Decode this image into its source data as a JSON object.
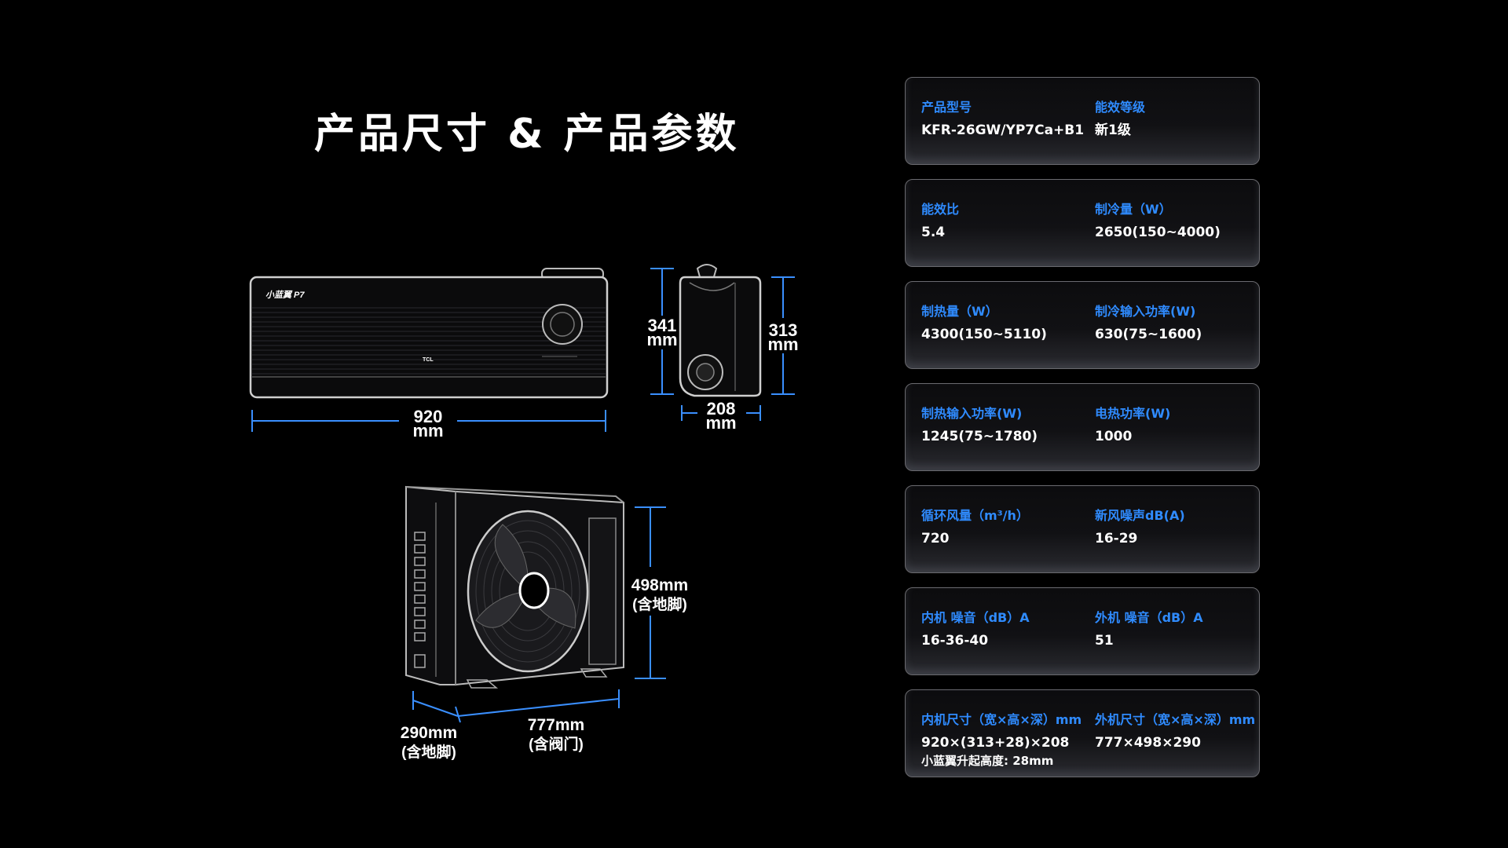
{
  "title": "产品尺寸 & 产品参数",
  "indoor_unit": {
    "logo_text": "小蓝翼 P7",
    "brand": "TCL",
    "width": "920",
    "width_unit": "mm"
  },
  "side_unit": {
    "height_total": "341",
    "height_total_unit": "mm",
    "height_body": "313",
    "height_body_unit": "mm",
    "depth": "208",
    "depth_unit": "mm"
  },
  "outdoor_unit": {
    "height": "498mm",
    "height_note": "(含地脚)",
    "depth": "290mm",
    "depth_note": "(含地脚)",
    "width": "777mm",
    "width_note": "(含阀门)"
  },
  "specs": [
    {
      "left_label": "产品型号",
      "left_value": "KFR-26GW/YP7Ca+B1",
      "left_value2": "",
      "right_label": "能效等级",
      "right_value": "新1级"
    },
    {
      "left_label": "能效比",
      "left_value": "5.4",
      "left_value2": "",
      "right_label": "制冷量（W）",
      "right_value": "2650(150~4000)"
    },
    {
      "left_label": "制热量（W）",
      "left_value": "4300(150~5110)",
      "left_value2": "",
      "right_label": "制冷输入功率(W)",
      "right_value": "630(75~1600)"
    },
    {
      "left_label": "制热输入功率(W)",
      "left_value": "1245(75~1780)",
      "left_value2": "",
      "right_label": "电热功率(W)",
      "right_value": "1000"
    },
    {
      "left_label": "循环风量（m³/h）",
      "left_value": "720",
      "left_value2": "",
      "right_label": "新风噪声dB(A)",
      "right_value": "16-29"
    },
    {
      "left_label": "内机 噪音（dB）A",
      "left_value": "16-36-40",
      "left_value2": "",
      "right_label": "外机 噪音（dB）A",
      "right_value": "51"
    },
    {
      "left_label": "内机尺寸（宽×高×深）mm",
      "left_value": "920×(313+28)×208",
      "left_value2": "小蓝翼升起高度: 28mm",
      "right_label": "外机尺寸（宽×高×深）mm",
      "right_value": "777×498×290"
    }
  ],
  "colors": {
    "accent": "#2f8bff",
    "dimension_line": "#3a8fff",
    "background": "#000000"
  }
}
